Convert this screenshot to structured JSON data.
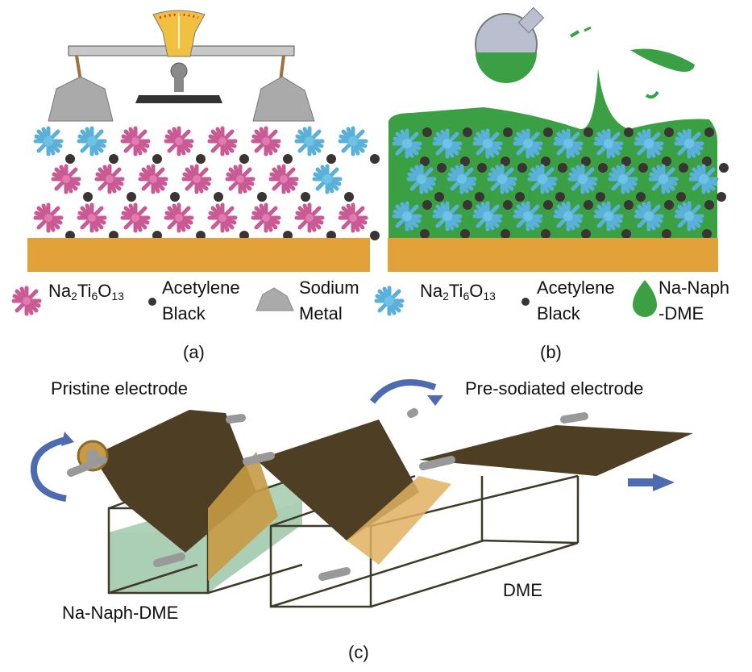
{
  "panels": {
    "a": {
      "caption": "(a)",
      "legend": {
        "ntO": {
          "base1": "Na",
          "sub1": "2",
          "base2": "Ti",
          "sub2": "6",
          "base3": "O",
          "sub3": "13"
        },
        "acetylene_line1": "Acetylene",
        "acetylene_line2": "Black",
        "sodium_line1": "Sodium",
        "sodium_line2": "Metal"
      }
    },
    "b": {
      "caption": "(b)",
      "legend": {
        "ntO": {
          "base1": "Na",
          "sub1": "2",
          "base2": "Ti",
          "sub2": "6",
          "base3": "O",
          "sub3": "13"
        },
        "acetylene_line1": "Acetylene",
        "acetylene_line2": "Black",
        "naph_line1": "Na-Naph",
        "naph_line2": "-DME"
      }
    },
    "c": {
      "caption": "(c)",
      "pristine_label": "Pristine electrode",
      "presodiated_label": "Pre-sodiated electrode",
      "bath1_label": "Na-Naph-DME",
      "bath2_label": "DME"
    }
  },
  "colors": {
    "current_collector": "#e3a13a",
    "pink_particle": "#c95a93",
    "blue_particle": "#5ab0d8",
    "acetylene_black": "#3a3432",
    "electrolyte_green": "#3aa043",
    "sodium_metal": "#a8a8a8",
    "electrode_film": "#4e3f24",
    "arrow_blue": "#4f6bb0",
    "bath_green": "#9cc7a8"
  }
}
